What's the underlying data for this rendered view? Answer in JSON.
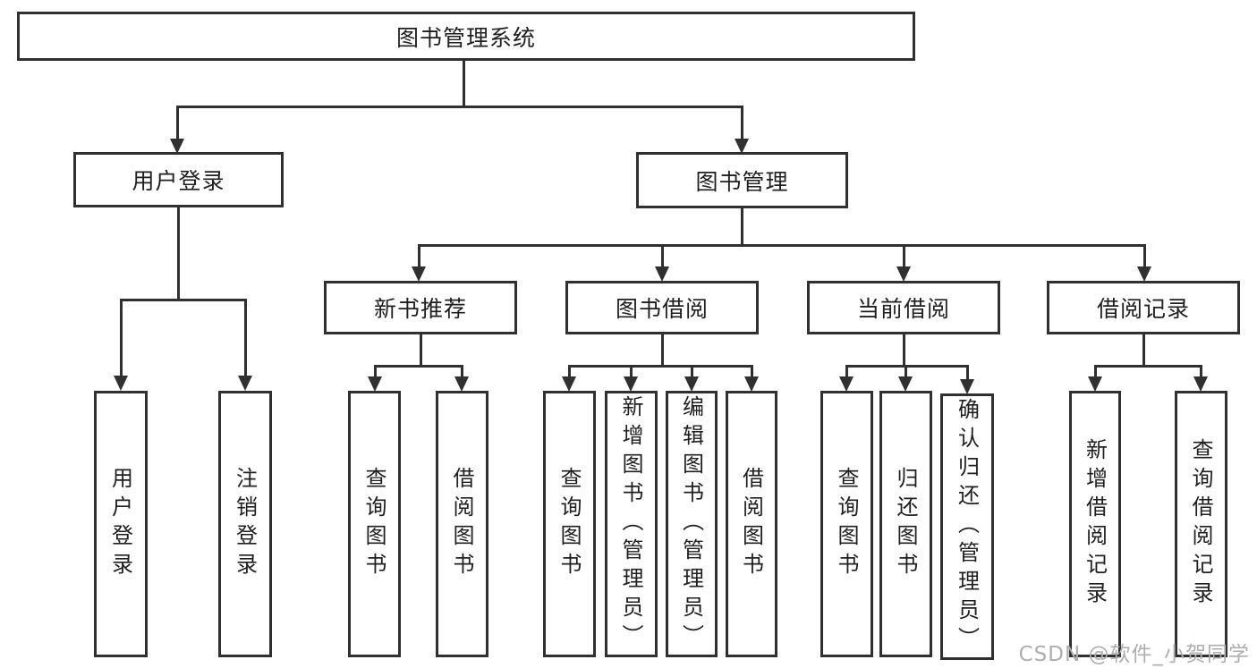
{
  "diagram": {
    "title": "图书管理系统",
    "root": {
      "label": "图书管理系统"
    },
    "level2": [
      {
        "label": "用户登录",
        "parent": "图书管理系统"
      },
      {
        "label": "图书管理",
        "parent": "图书管理系统"
      }
    ],
    "level3": [
      {
        "label": "新书推荐",
        "parent": "图书管理"
      },
      {
        "label": "图书借阅",
        "parent": "图书管理"
      },
      {
        "label": "当前借阅",
        "parent": "图书管理"
      },
      {
        "label": "借阅记录",
        "parent": "图书管理"
      }
    ],
    "leaves": [
      {
        "label": "用户登录",
        "parent": "用户登录"
      },
      {
        "label": "注销登录",
        "parent": "用户登录"
      },
      {
        "label": "查询图书",
        "parent": "新书推荐"
      },
      {
        "label": "借阅图书",
        "parent": "新书推荐"
      },
      {
        "label": "查询图书",
        "parent": "图书借阅"
      },
      {
        "label": "新增图书（管理员）",
        "parent": "图书借阅"
      },
      {
        "label": "编辑图书（管理员）",
        "parent": "图书借阅"
      },
      {
        "label": "借阅图书",
        "parent": "图书借阅"
      },
      {
        "label": "查询图书",
        "parent": "当前借阅"
      },
      {
        "label": "归还图书",
        "parent": "当前借阅"
      },
      {
        "label": "确认归还（管理员）",
        "parent": "当前借阅"
      },
      {
        "label": "新增借阅记录",
        "parent": "借阅记录"
      },
      {
        "label": "查询借阅记录",
        "parent": "借阅记录"
      }
    ]
  },
  "watermark": "CSDN @软件_小贺同学",
  "colors": {
    "line": "#303030",
    "box_border": "#303030",
    "text": "#1f1f1f",
    "watermark": "#aeaeae",
    "background": "#ffffff"
  }
}
